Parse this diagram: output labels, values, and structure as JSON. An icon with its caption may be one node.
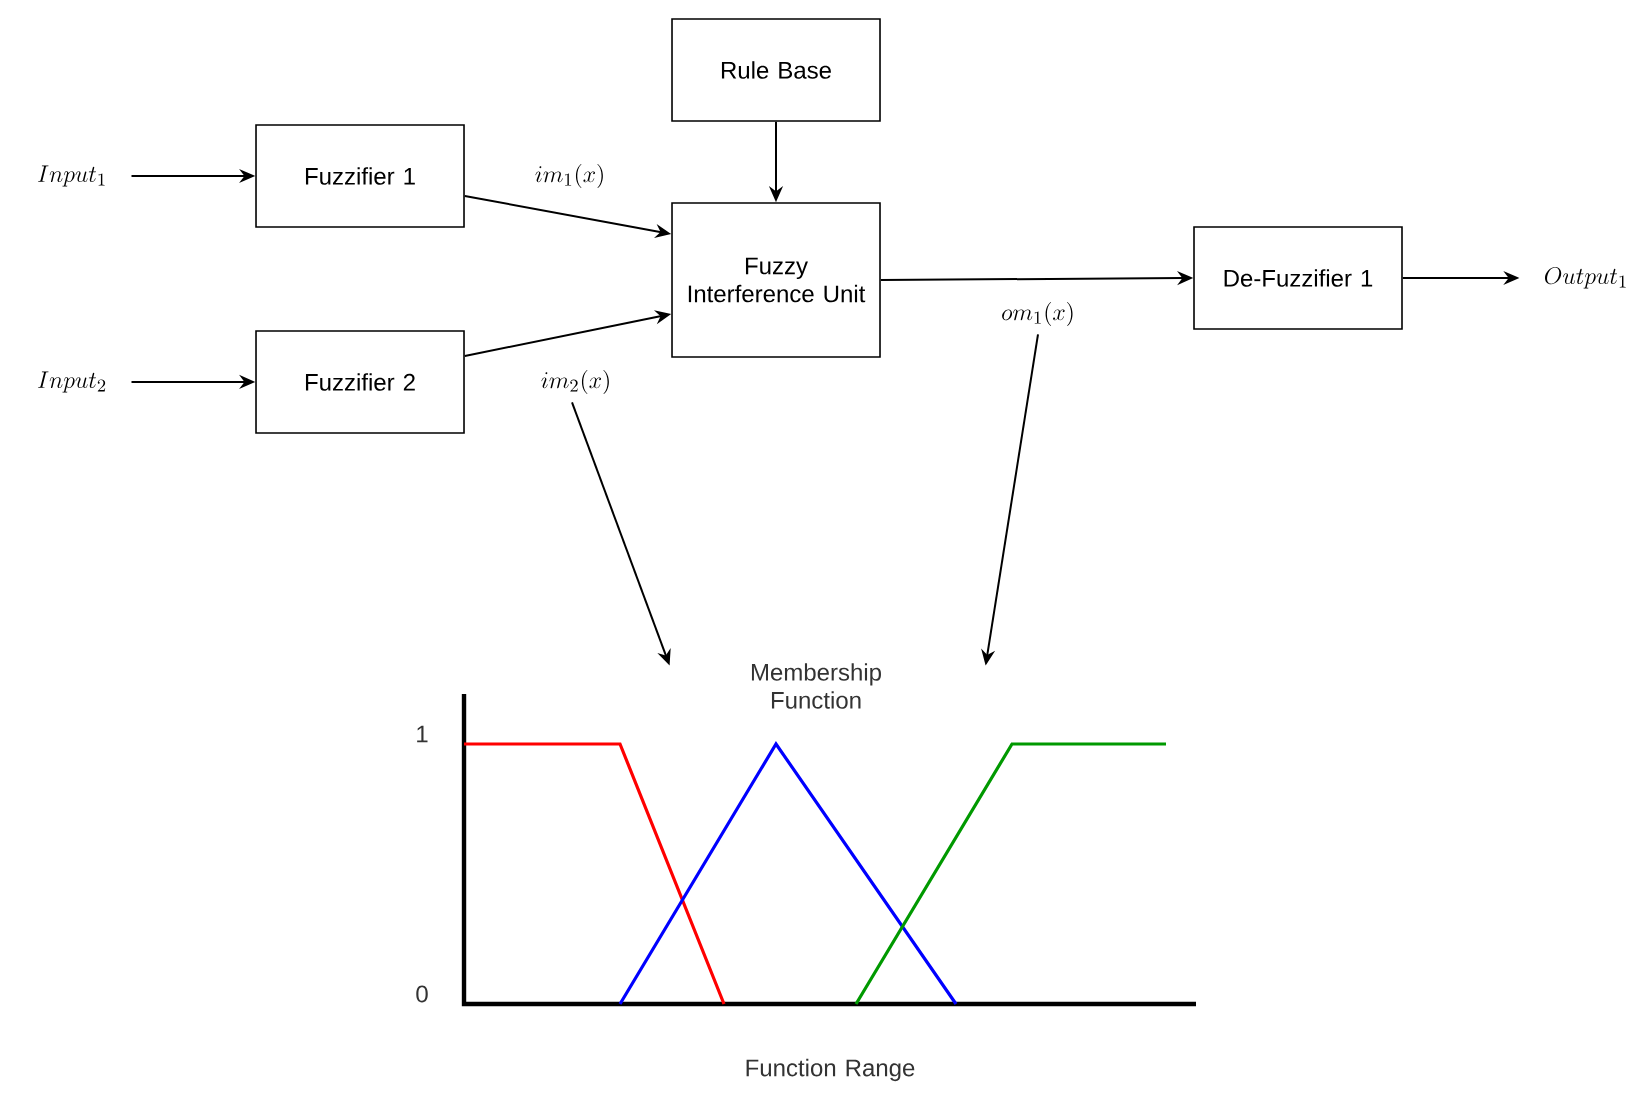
{
  "diagram": {
    "nodes": [
      {
        "text": [
          "Input_1"
        ]
      },
      {
        "text": [
          "Fuzzifier 1"
        ]
      },
      {
        "text": [
          "Input_2"
        ]
      },
      {
        "text": [
          "Fuzzifier 2"
        ]
      },
      {
        "text": [
          "Rule Base"
        ]
      },
      {
        "text": [
          "Fuzzy Interference Unit"
        ]
      },
      {
        "text": [
          "De-Fuzzifier 1"
        ]
      },
      {
        "text": [
          "Output_1"
        ]
      },
      {
        "text": [
          "im_2(x)"
        ]
      },
      {
        "text": [
          "om_1(x)"
        ]
      },
      {
        "text": [],
        "shape": "picture"
      }
    ],
    "edges": [
      {
        "from": 0,
        "to": 1,
        "arrow": "to"
      },
      {
        "from": 2,
        "to": 3,
        "arrow": "to"
      },
      {
        "from": 4,
        "to": 5,
        "arrow": "to"
      },
      {
        "from": 1,
        "to": 5,
        "arrow": "to",
        "label": "im_1(x)"
      },
      {
        "from": 3,
        "to": 5,
        "arrow": "to"
      },
      {
        "from": 5,
        "to": 6,
        "arrow": "to"
      },
      {
        "from": 6,
        "to": 7,
        "arrow": "to"
      },
      {
        "from": 8,
        "to": 10,
        "arrow": "to"
      },
      {
        "from": 9,
        "to": 10,
        "arrow": "to"
      }
    ],
    "labels": [
      "Membership Function",
      "1",
      "0",
      "Function Range"
    ]
  }
}
